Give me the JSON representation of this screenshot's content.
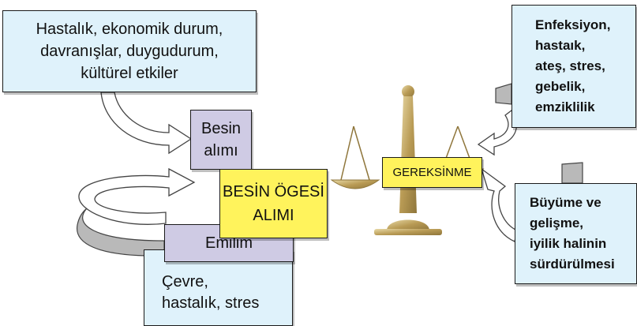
{
  "boxes": {
    "top_left": "Hastalık, ekonomik durum,\ndavranışlar, duygudurum,\nkültürel etkiler",
    "besin_alimi": "Besin\nalımı",
    "besin_ogesi_alimi": "BESİN ÖGESİ\nALIMI",
    "emilim": "Emilim",
    "bottom_left": "Çevre,\nhastalık, stres",
    "gereksinme": "GEREKSİNME",
    "top_right": "Enfeksiyon,\nhastaık,\nateş, stres,\ngebelik,\nemziklilik",
    "bottom_right": "Büyüme ve\ngelişme,\niyilik halinin\nsürdürülmesi"
  },
  "colors": {
    "light_blue": "#dff2fb",
    "lavender": "#cfcbe4",
    "yellow": "#fff35c",
    "scale_gold": "#c9b27a",
    "arrow_grey": "#b9b9b9"
  },
  "icons": {
    "scale": "balance-scale-icon"
  }
}
